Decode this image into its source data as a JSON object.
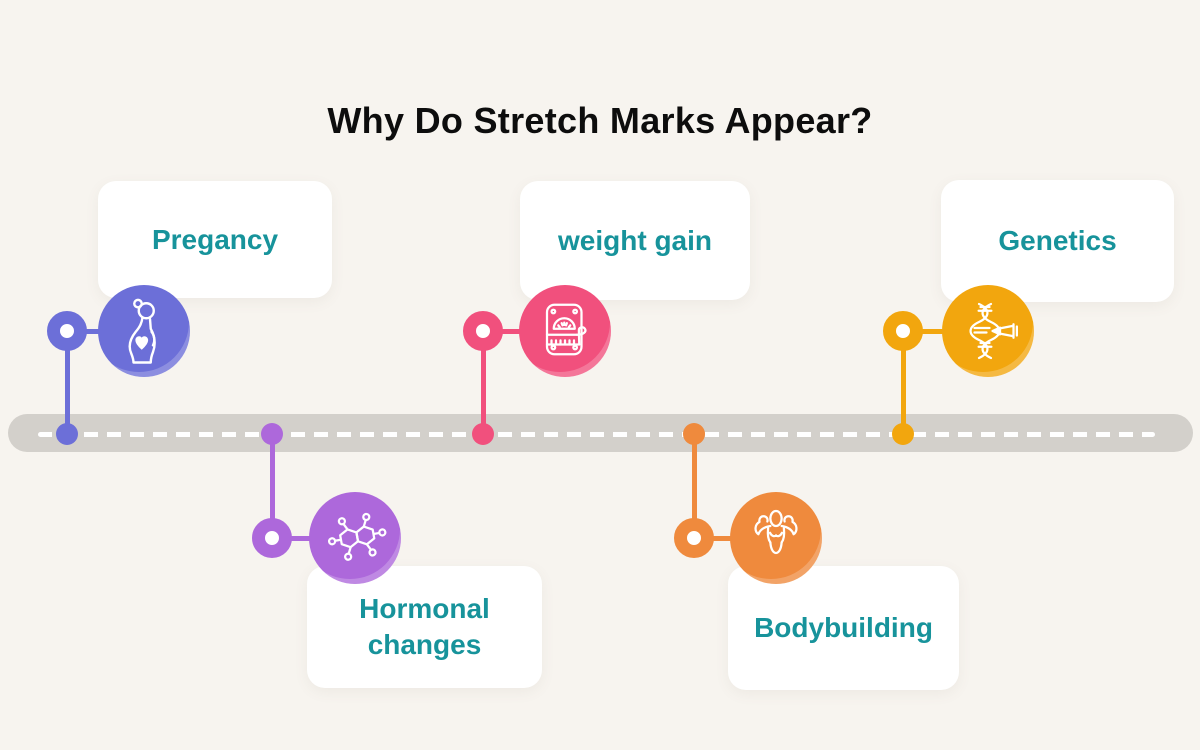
{
  "title": "Why Do Stretch Marks Appear?",
  "colors": {
    "background": "#F7F4EF",
    "card_background": "#FFFFFF",
    "title_text": "#0D0D0D",
    "label_text": "#17939B",
    "timeline_bar": "#D3D0CB",
    "timeline_dashes": "#FFFFFF",
    "icon_stroke": "#FFFFFF"
  },
  "timeline": {
    "items": [
      {
        "label": "Pregancy",
        "icon": "pregnant-woman-icon",
        "color": "#6C6FD8",
        "position": "above-line"
      },
      {
        "label": "Hormonal changes",
        "icon": "molecule-icon",
        "color": "#AD68DB",
        "position": "below-line"
      },
      {
        "label": "weight gain",
        "icon": "weight-scale-icon",
        "color": "#F1507D",
        "position": "above-line"
      },
      {
        "label": "Bodybuilding",
        "icon": "bodybuilder-icon",
        "color": "#EF8A3D",
        "position": "below-line"
      },
      {
        "label": "Genetics",
        "icon": "dna-icon",
        "color": "#F2A60E",
        "position": "above-line"
      }
    ]
  }
}
